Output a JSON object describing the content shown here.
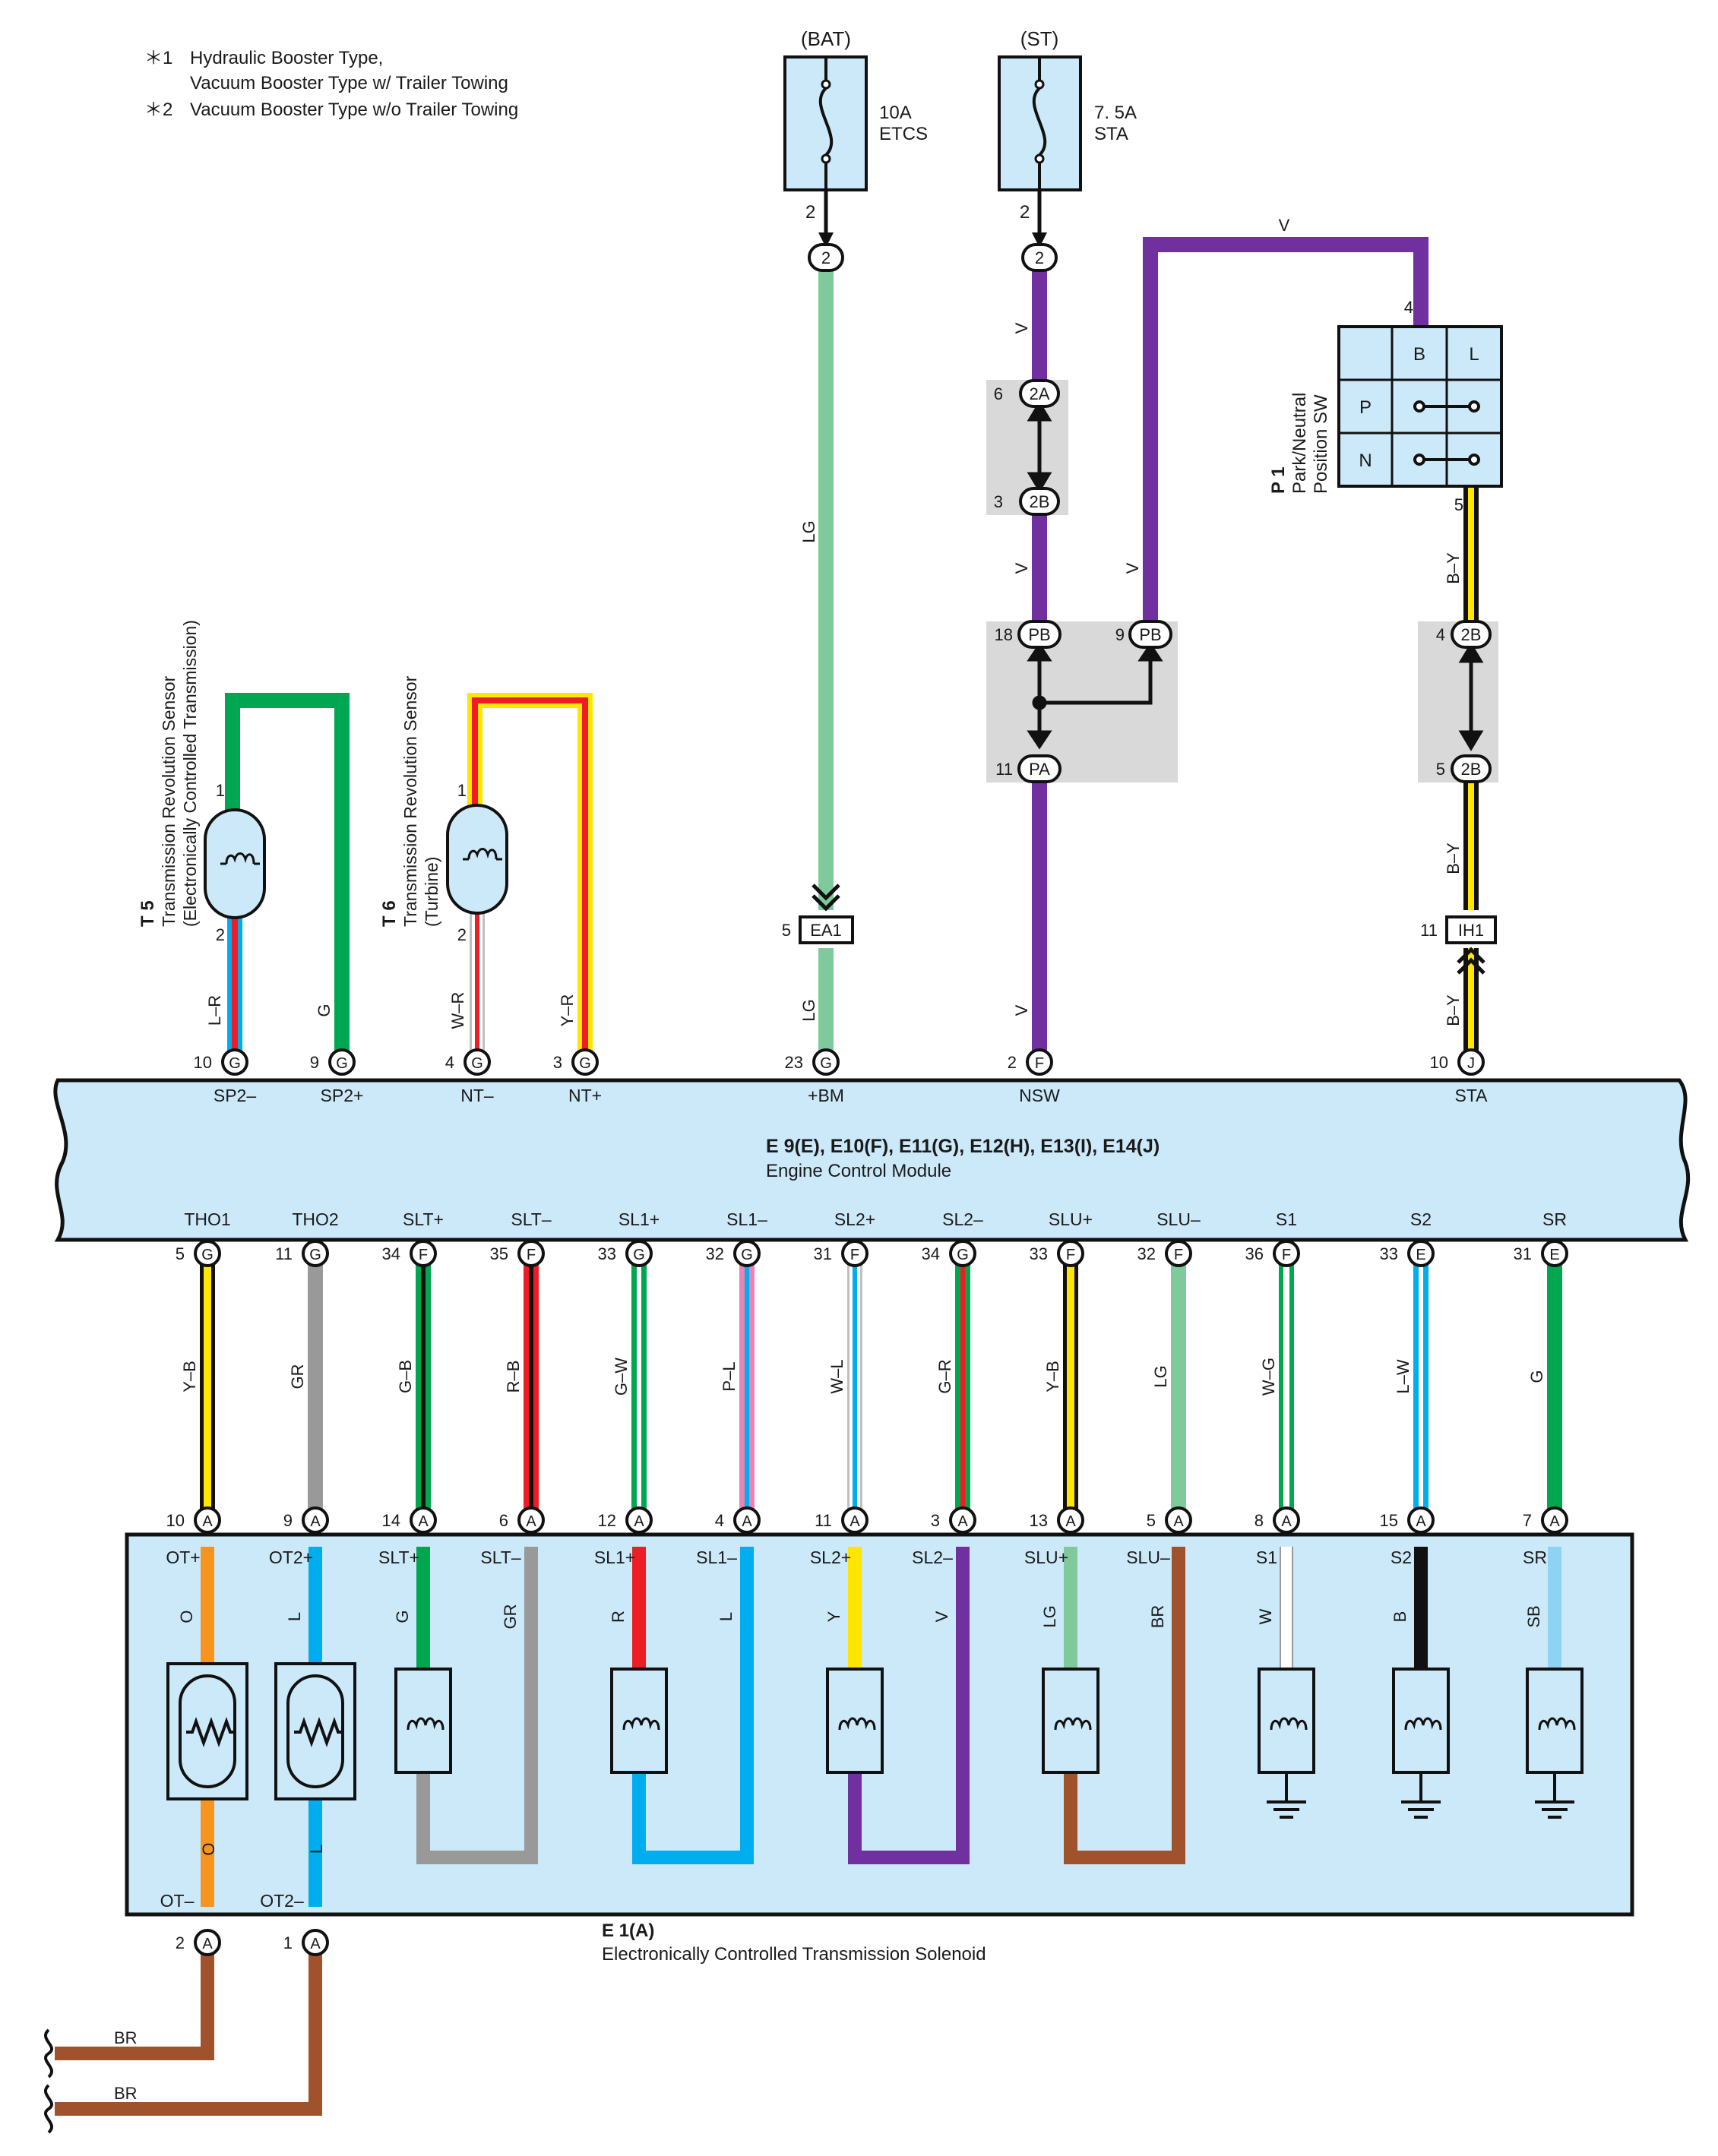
{
  "notes": [
    {
      "mark": "＊1",
      "lines": [
        "Hydraulic Booster Type,",
        "Vacuum Booster Type w/ Trailer Towing"
      ]
    },
    {
      "mark": "＊2",
      "lines": [
        "Vacuum Booster Type w/o Trailer Towing"
      ]
    }
  ],
  "colors": {
    "green": "#00a650",
    "red": "#ee1c24",
    "yellow": "#ffe500",
    "blue": "#00aeef",
    "purple": "#7030a0",
    "grey": "#999999",
    "lightgreen": "#7fc99a",
    "brown": "#a0522d",
    "pink": "#ee82b4",
    "orange": "#f7941d",
    "black": "#111111",
    "white": "#ffffff",
    "skyblue": "#8fd3f4",
    "panel": "#cce9f9",
    "shade": "#d9d9d9"
  },
  "fuses": [
    {
      "id": "bat",
      "source": "(BAT)",
      "rating": "10A",
      "name": "ETCS",
      "pin": "2",
      "conn": "2"
    },
    {
      "id": "st",
      "source": "(ST)",
      "rating": "7. 5A",
      "name": "STA",
      "pin": "2",
      "conn": "2"
    }
  ],
  "park_switch": {
    "ref": "P 1",
    "name": [
      "Park/Neutral",
      "Position SW"
    ],
    "cols": [
      "B",
      "L"
    ],
    "rows": [
      "P",
      "N"
    ],
    "pin_in": "4",
    "pin_out": "5"
  },
  "sensors": [
    {
      "ref": "T 5",
      "name": [
        "Transmission Revolution Sensor",
        "(Electronically Controlled Transmission)"
      ],
      "pin1": "1",
      "pin2": "2"
    },
    {
      "ref": "T 6",
      "name": [
        "Transmission Revolution Sensor",
        "(Turbine)"
      ],
      "pin1": "1",
      "pin2": "2"
    }
  ],
  "splices": [
    {
      "id": "j2a",
      "pin": "6",
      "label": "2A"
    },
    {
      "id": "j2b_a",
      "pin": "3",
      "label": "2B"
    },
    {
      "id": "pb18",
      "pin": "18",
      "label": "PB"
    },
    {
      "id": "pb9",
      "pin": "9",
      "label": "PB"
    },
    {
      "id": "pa11",
      "pin": "11",
      "label": "PA"
    },
    {
      "id": "j2b_b",
      "pin": "4",
      "label": "2B"
    },
    {
      "id": "j2b_c",
      "pin": "5",
      "label": "2B"
    }
  ],
  "connectors": [
    {
      "id": "ea1",
      "pin": "5",
      "label": "EA1"
    },
    {
      "id": "ih1",
      "pin": "11",
      "label": "IH1"
    }
  ],
  "wire_codes": {
    "lg_bm_top": "LG",
    "lg_bm_bot": "LG",
    "v_nsw_1": "V",
    "v_nsw_2": "V",
    "v_nsw_3": "V",
    "v_pb9": "V",
    "v_top": "V",
    "by_1": "B–Y",
    "by_2": "B–Y",
    "by_3": "B–Y",
    "lr": "L–R",
    "g": "G",
    "wr": "W–R",
    "yr": "Y–R",
    "br_1": "BR",
    "br_2": "BR"
  },
  "ecm": {
    "title": "E 9(E), E10(F), E11(G), E12(H), E13(I), E14(J)",
    "subtitle": "Engine Control Module",
    "top_pins": [
      {
        "pin": "10",
        "conn": "G",
        "name": "SP2–"
      },
      {
        "pin": "9",
        "conn": "G",
        "name": "SP2+"
      },
      {
        "pin": "4",
        "conn": "G",
        "name": "NT–"
      },
      {
        "pin": "3",
        "conn": "G",
        "name": "NT+"
      },
      {
        "pin": "23",
        "conn": "G",
        "name": "+BM"
      },
      {
        "pin": "2",
        "conn": "F",
        "name": "NSW"
      },
      {
        "pin": "10",
        "conn": "J",
        "name": "STA"
      }
    ],
    "bottom_pins": [
      {
        "pin": "5",
        "conn": "G",
        "name": "THO1",
        "wire": "Y–B"
      },
      {
        "pin": "11",
        "conn": "G",
        "name": "THO2",
        "wire": "GR"
      },
      {
        "pin": "34",
        "conn": "F",
        "name": "SLT+",
        "wire": "G–B"
      },
      {
        "pin": "35",
        "conn": "F",
        "name": "SLT–",
        "wire": "R–B"
      },
      {
        "pin": "33",
        "conn": "G",
        "name": "SL1+",
        "wire": "G–W"
      },
      {
        "pin": "32",
        "conn": "G",
        "name": "SL1–",
        "wire": "P–L"
      },
      {
        "pin": "31",
        "conn": "F",
        "name": "SL2+",
        "wire": "W–L"
      },
      {
        "pin": "34",
        "conn": "G",
        "name": "SL2–",
        "wire": "G–R"
      },
      {
        "pin": "33",
        "conn": "F",
        "name": "SLU+",
        "wire": "Y–B"
      },
      {
        "pin": "32",
        "conn": "F",
        "name": "SLU–",
        "wire": "LG"
      },
      {
        "pin": "36",
        "conn": "F",
        "name": "S1",
        "wire": "W–G"
      },
      {
        "pin": "33",
        "conn": "E",
        "name": "S2",
        "wire": "L–W"
      },
      {
        "pin": "31",
        "conn": "E",
        "name": "SR",
        "wire": "G"
      }
    ]
  },
  "solenoid": {
    "title": "E 1(A)",
    "subtitle": "Electronically Controlled Transmission Solenoid",
    "top_pins": [
      {
        "pin": "10",
        "conn": "A",
        "name": "OT+",
        "wire": "O"
      },
      {
        "pin": "9",
        "conn": "A",
        "name": "OT2+",
        "wire": "L"
      },
      {
        "pin": "14",
        "conn": "A",
        "name": "SLT+",
        "wire": "G"
      },
      {
        "pin": "6",
        "conn": "A",
        "name": "SLT–",
        "wire": "GR"
      },
      {
        "pin": "12",
        "conn": "A",
        "name": "SL1+",
        "wire": "R"
      },
      {
        "pin": "4",
        "conn": "A",
        "name": "SL1–",
        "wire": "L"
      },
      {
        "pin": "11",
        "conn": "A",
        "name": "SL2+",
        "wire": "Y"
      },
      {
        "pin": "3",
        "conn": "A",
        "name": "SL2–",
        "wire": "V"
      },
      {
        "pin": "13",
        "conn": "A",
        "name": "SLU+",
        "wire": "LG"
      },
      {
        "pin": "5",
        "conn": "A",
        "name": "SLU–",
        "wire": "BR"
      },
      {
        "pin": "8",
        "conn": "A",
        "name": "S1",
        "wire": "W"
      },
      {
        "pin": "15",
        "conn": "A",
        "name": "S2",
        "wire": "B"
      },
      {
        "pin": "7",
        "conn": "A",
        "name": "SR",
        "wire": "SB"
      }
    ],
    "bottom_pins": [
      {
        "pin": "2",
        "conn": "A",
        "name": "OT–",
        "wire": "O"
      },
      {
        "pin": "1",
        "conn": "A",
        "name": "OT2–",
        "wire": "L"
      }
    ]
  }
}
